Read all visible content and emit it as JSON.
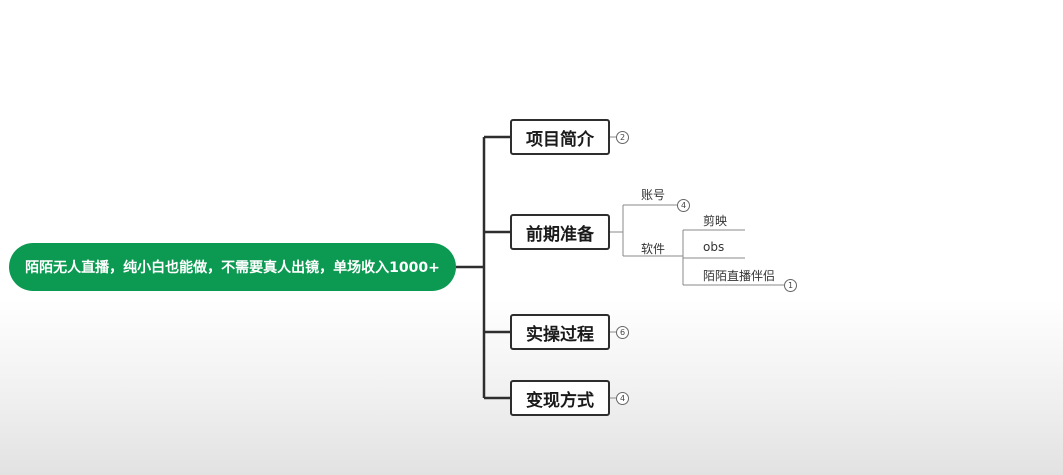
{
  "root": {
    "label": "陌陌无人直播，纯小白也能做，不需要真人出镜，单场收入1000+"
  },
  "topics": [
    {
      "label": "项目简介",
      "count": "2"
    },
    {
      "label": "前期准备"
    },
    {
      "label": "实操过程",
      "count": "6"
    },
    {
      "label": "变现方式",
      "count": "4"
    }
  ],
  "prep": {
    "account": {
      "label": "账号",
      "count": "4"
    },
    "software": {
      "label": "软件",
      "items": [
        {
          "label": "剪映"
        },
        {
          "label": "obs"
        },
        {
          "label": "陌陌直播伴侣",
          "count": "1"
        }
      ]
    }
  },
  "colors": {
    "root_fill": "#0c9a52",
    "connector": "#2e2e2e",
    "leaf_line": "#8a8a8a"
  }
}
